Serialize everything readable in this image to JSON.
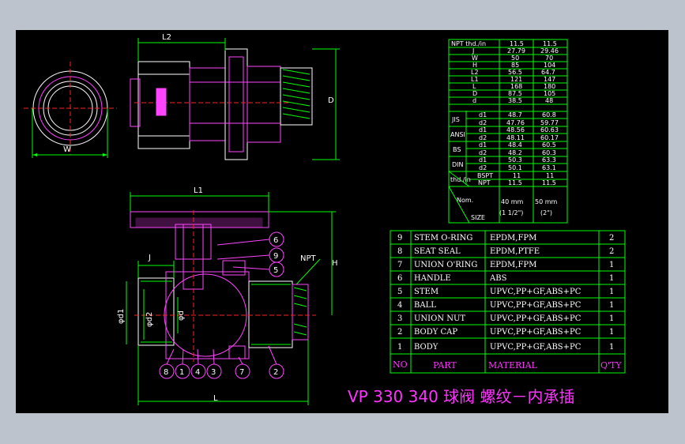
{
  "title": "VP  330  340  球阀  螺纹－内承插",
  "dimension_labels": {
    "L2": "L2",
    "D": "D",
    "W": "W",
    "L1": "L1",
    "H": "H",
    "NPT": "NPT",
    "J": "J",
    "L": "L",
    "d1": "φd1",
    "d2": "φd2",
    "d": "φd"
  },
  "callouts": [
    "6",
    "9",
    "5",
    "8",
    "1",
    "4",
    "3",
    "7",
    "2"
  ],
  "size_table": {
    "header": {
      "label": "NPT thd./in",
      "c1": "11.5",
      "c2": "11.5"
    },
    "rows": [
      {
        "label": "J",
        "c1": "27.79",
        "c2": "29.46"
      },
      {
        "label": "W",
        "c1": "50",
        "c2": "70"
      },
      {
        "label": "H",
        "c1": "85",
        "c2": "104"
      },
      {
        "label": "L2",
        "c1": "56.5",
        "c2": "64.7"
      },
      {
        "label": "L1",
        "c1": "121",
        "c2": "147"
      },
      {
        "label": "L",
        "c1": "168",
        "c2": "180"
      },
      {
        "label": "D",
        "c1": "87.5",
        "c2": "105"
      },
      {
        "label": "d",
        "c1": "38.5",
        "c2": "48"
      }
    ],
    "groups": [
      {
        "name": "JIS",
        "rows": [
          {
            "sub": "d1",
            "c1": "48.7",
            "c2": "60.8"
          },
          {
            "sub": "d2",
            "c1": "47.76",
            "c2": "59.77"
          }
        ]
      },
      {
        "name": "ANSI",
        "rows": [
          {
            "sub": "d1",
            "c1": "48.56",
            "c2": "60.63"
          },
          {
            "sub": "d2",
            "c1": "48.11",
            "c2": "60.17"
          }
        ]
      },
      {
        "name": "BS",
        "rows": [
          {
            "sub": "d1",
            "c1": "48.4",
            "c2": "60.5"
          },
          {
            "sub": "d2",
            "c1": "48.2",
            "c2": "60.3"
          }
        ]
      },
      {
        "name": "DIN",
        "rows": [
          {
            "sub": "d1",
            "c1": "50.3",
            "c2": "63.3"
          },
          {
            "sub": "d2",
            "c1": "50.1",
            "c2": "63.1"
          }
        ]
      }
    ],
    "thread": {
      "label": "thd./in",
      "bspt": "BSPT",
      "npt": "NPT",
      "bspt_c1": "11",
      "bspt_c2": "11",
      "npt_c1": "11.5",
      "npt_c2": "11.5"
    },
    "nom": {
      "label": "Nom.",
      "size": "SIZE",
      "c1a": "40 mm",
      "c1b": "(1 1/2\")",
      "c2a": "50 mm",
      "c2b": "(2\")"
    }
  },
  "parts_table": {
    "rows": [
      {
        "no": "9",
        "part": "STEM O-RING",
        "material": "EPDM,FPM",
        "qty": "2"
      },
      {
        "no": "8",
        "part": "SEAT SEAL",
        "material": "EPDM,PTFE",
        "qty": "2"
      },
      {
        "no": "7",
        "part": "UNION O'RING",
        "material": "EPDM,FPM",
        "qty": "1"
      },
      {
        "no": "6",
        "part": "HANDLE",
        "material": "ABS",
        "qty": "1"
      },
      {
        "no": "5",
        "part": "STEM",
        "material": "UPVC,PP+GF,ABS+PC",
        "qty": "1"
      },
      {
        "no": "4",
        "part": "BALL",
        "material": "UPVC,PP+GF,ABS+PC",
        "qty": "1"
      },
      {
        "no": "3",
        "part": "UNION NUT",
        "material": "UPVC,PP+GF,ABS+PC",
        "qty": "1"
      },
      {
        "no": "2",
        "part": "BODY CAP",
        "material": "UPVC,PP+GF,ABS+PC",
        "qty": "1"
      },
      {
        "no": "1",
        "part": "BODY",
        "material": "UPVC,PP+GF,ABS+PC",
        "qty": "1"
      }
    ],
    "header": {
      "no": "NO",
      "part": "PART",
      "material": "MATERIAL",
      "qty": "Q'TY"
    }
  },
  "colors": {
    "background": "#000000",
    "frame": "#ffffff",
    "dimension": "#00ff00",
    "part": "#ff44ff",
    "centerline": "#ff2222",
    "table_line": "#00ff00",
    "accent": "#ff33ff"
  }
}
